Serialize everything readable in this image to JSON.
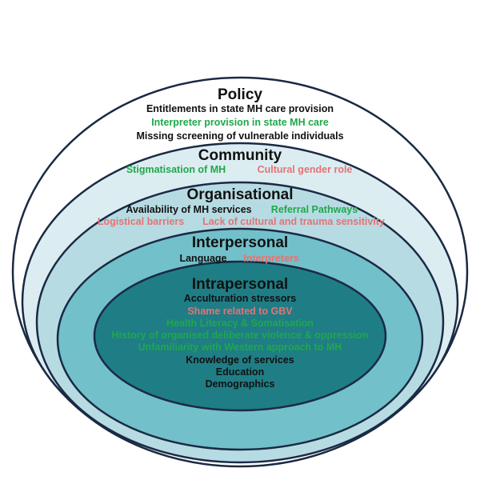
{
  "colors": {
    "black": "#111111",
    "green": "#1fa84a",
    "red": "#e57373",
    "outline": "#1a2a44",
    "policy_fill": "#ffffff",
    "community_fill": "#dcedf2",
    "organisational_fill": "#b7dbe3",
    "interpersonal_fill": "#72c0c9",
    "intrapersonal_fill": "#1f7d85"
  },
  "layers": {
    "policy": {
      "title": "Policy",
      "items": [
        {
          "text": "Entitlements in state MH care provision",
          "color": "black"
        },
        {
          "text": "Interpreter provision in state MH care",
          "color": "green"
        },
        {
          "text": "Missing screening of vulnerable individuals",
          "color": "black"
        }
      ]
    },
    "community": {
      "title": "Community",
      "items": [
        {
          "text": "Stigmatisation of MH",
          "color": "green"
        },
        {
          "text": "Cultural gender role",
          "color": "red"
        }
      ]
    },
    "organisational": {
      "title": "Organisational",
      "items": [
        {
          "text": "Availability of MH services",
          "color": "black"
        },
        {
          "text": "Referral Pathways",
          "color": "green"
        },
        {
          "text": "Logistical barriers",
          "color": "red"
        },
        {
          "text": "Lack of cultural and trauma sensitivity",
          "color": "red"
        }
      ]
    },
    "interpersonal": {
      "title": "Interpersonal",
      "items": [
        {
          "text": "Language",
          "color": "black"
        },
        {
          "text": "Interpreters",
          "color": "red"
        }
      ]
    },
    "intrapersonal": {
      "title": "Intrapersonal",
      "items": [
        {
          "text": "Acculturation stressors",
          "color": "black"
        },
        {
          "text": "Shame related to GBV",
          "color": "red"
        },
        {
          "text": "Health Literacy & Somatisation",
          "color": "green"
        },
        {
          "text": "History of organised deliberate violence & oppression",
          "color": "green"
        },
        {
          "text": "Unfamiliarity with Western approach to MH",
          "color": "green"
        },
        {
          "text": "Knowledge of services",
          "color": "black"
        },
        {
          "text": "Education",
          "color": "black"
        },
        {
          "text": "Demographics",
          "color": "black"
        }
      ]
    }
  }
}
